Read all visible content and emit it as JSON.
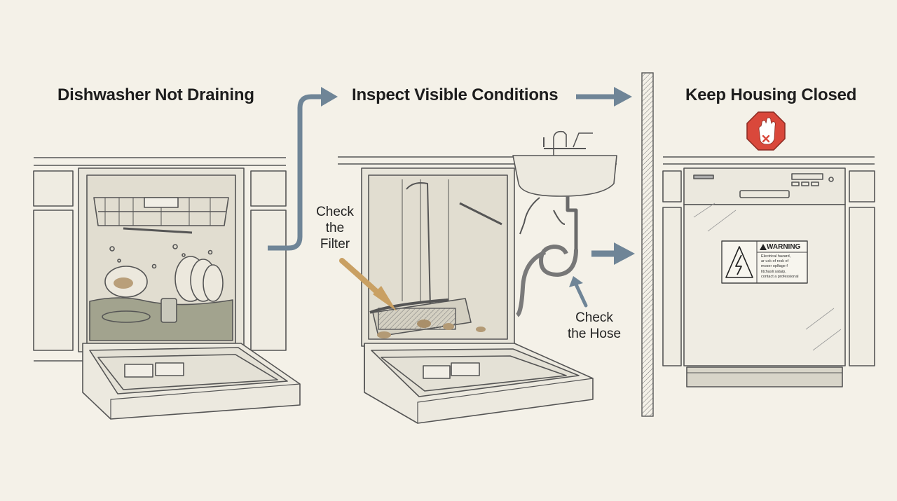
{
  "panels": [
    {
      "title": "Dishwasher Not Draining"
    },
    {
      "title": "Inspect Visible Conditions"
    },
    {
      "title": "Keep Housing Closed"
    }
  ],
  "callouts": {
    "filter": {
      "line1": "Check",
      "line2": "the",
      "line3": "Filter"
    },
    "hose": {
      "line1": "Check",
      "line2": "the Hose"
    }
  },
  "warning_label": {
    "heading": "WARNING",
    "body": [
      "Electrical hazard,",
      "ar uck of resk of",
      "moser oplfage f",
      "litchasli sataip,",
      "contact a professional"
    ]
  },
  "icons": [
    "flow-arrow-icon",
    "stop-hand-icon",
    "electrical-hazard-icon",
    "warning-triangle-icon"
  ],
  "colors": {
    "background": "#f4f1e8",
    "line": "#555555",
    "flow_arrow": "#6f8597",
    "filter_arrow": "#c9a063",
    "standing_water": "#8c8f78",
    "stop_sign": "#d9483b"
  }
}
